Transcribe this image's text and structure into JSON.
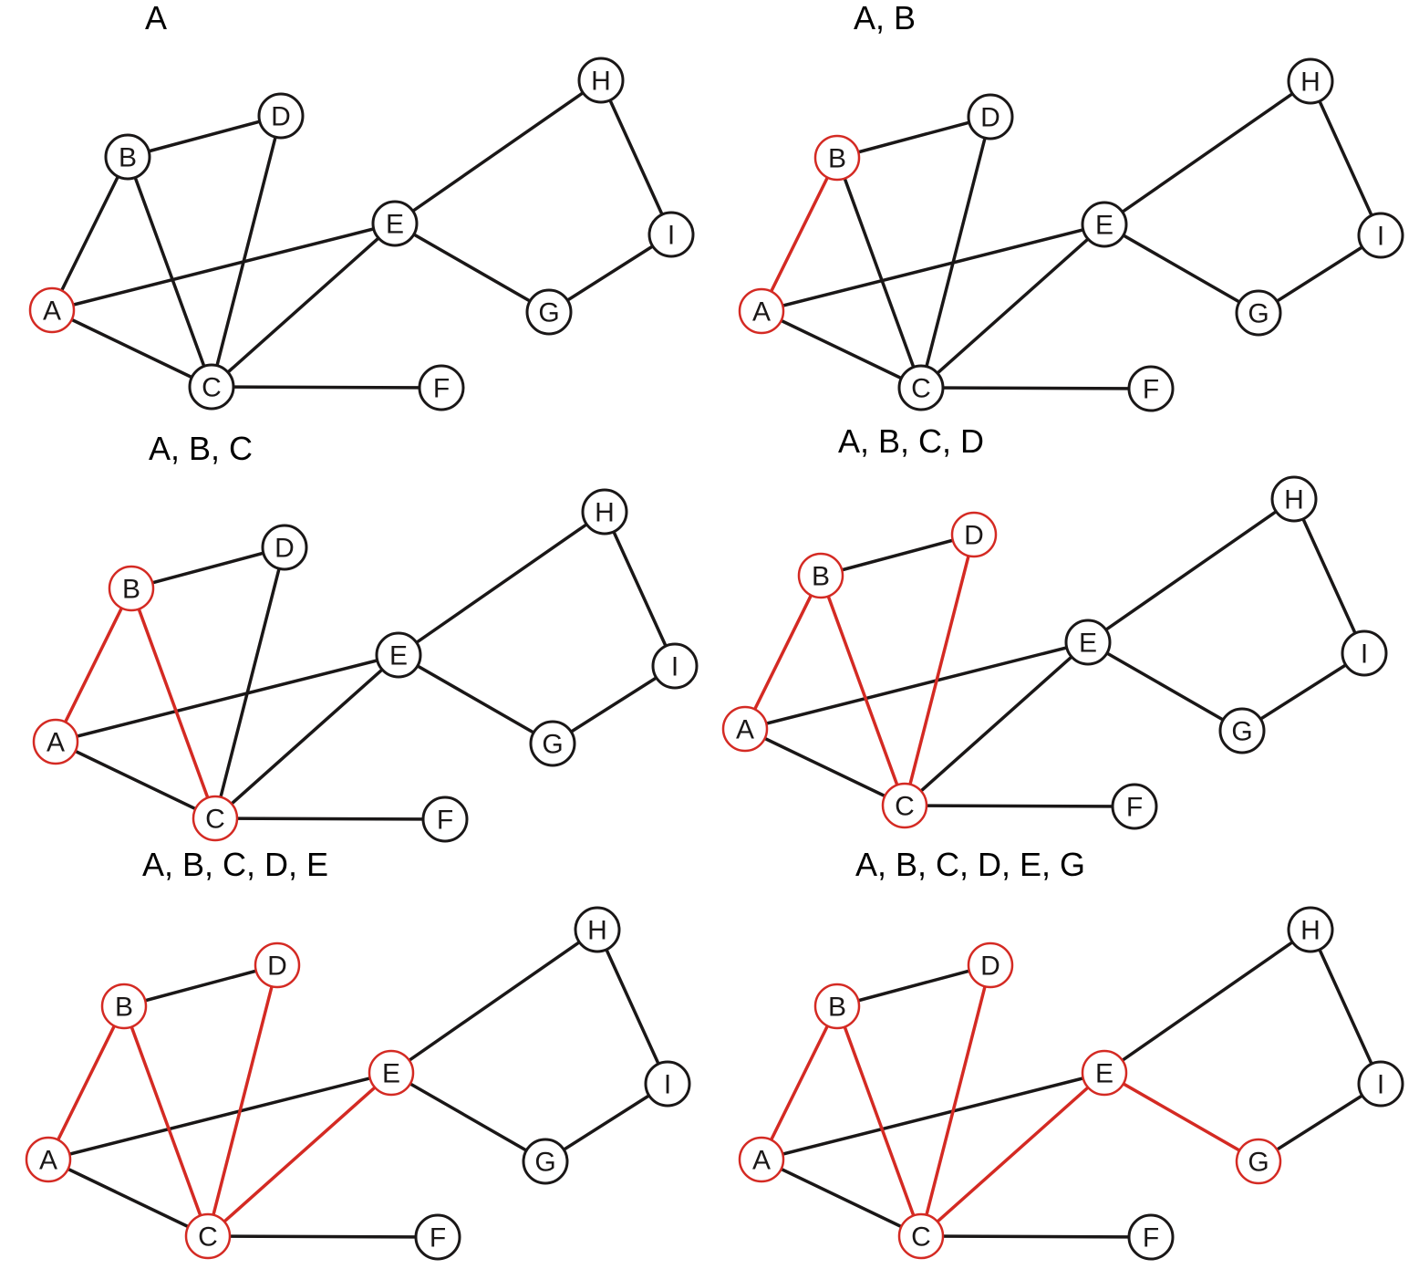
{
  "colors": {
    "visited": "#d42a23",
    "default": "#1a1717",
    "node_fill": "#ffffff"
  },
  "nodes": [
    "A",
    "B",
    "C",
    "D",
    "E",
    "F",
    "G",
    "H",
    "I"
  ],
  "edges": [
    [
      "A",
      "B"
    ],
    [
      "A",
      "C"
    ],
    [
      "A",
      "E"
    ],
    [
      "B",
      "C"
    ],
    [
      "B",
      "D"
    ],
    [
      "C",
      "D"
    ],
    [
      "C",
      "E"
    ],
    [
      "C",
      "F"
    ],
    [
      "E",
      "G"
    ],
    [
      "E",
      "H"
    ],
    [
      "G",
      "I"
    ],
    [
      "H",
      "I"
    ]
  ],
  "panels": [
    {
      "caption": "A",
      "visited_nodes": [
        "A"
      ],
      "visited_edges": []
    },
    {
      "caption": "A, B",
      "visited_nodes": [
        "A",
        "B"
      ],
      "visited_edges": [
        [
          "A",
          "B"
        ]
      ]
    },
    {
      "caption": "A, B, C",
      "visited_nodes": [
        "A",
        "B",
        "C"
      ],
      "visited_edges": [
        [
          "A",
          "B"
        ],
        [
          "B",
          "C"
        ]
      ]
    },
    {
      "caption": "A, B, C, D",
      "visited_nodes": [
        "A",
        "B",
        "C",
        "D"
      ],
      "visited_edges": [
        [
          "A",
          "B"
        ],
        [
          "B",
          "C"
        ],
        [
          "C",
          "D"
        ]
      ]
    },
    {
      "caption": "A, B, C, D, E",
      "visited_nodes": [
        "A",
        "B",
        "C",
        "D",
        "E"
      ],
      "visited_edges": [
        [
          "A",
          "B"
        ],
        [
          "B",
          "C"
        ],
        [
          "C",
          "D"
        ],
        [
          "C",
          "E"
        ]
      ]
    },
    {
      "caption": "A, B, C, D, E, G",
      "visited_nodes": [
        "A",
        "B",
        "C",
        "D",
        "E",
        "G"
      ],
      "visited_edges": [
        [
          "A",
          "B"
        ],
        [
          "B",
          "C"
        ],
        [
          "C",
          "D"
        ],
        [
          "C",
          "E"
        ],
        [
          "E",
          "G"
        ]
      ]
    }
  ]
}
